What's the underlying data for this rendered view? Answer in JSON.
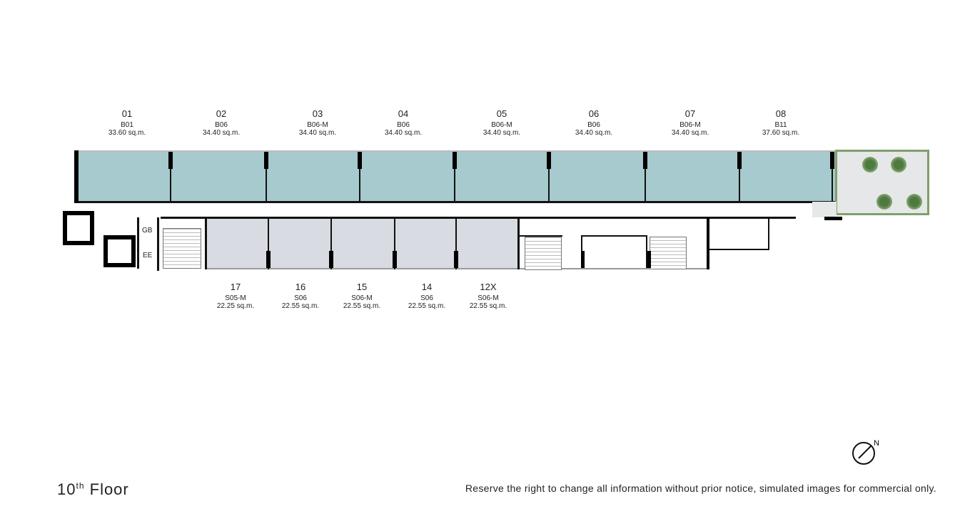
{
  "floor": {
    "number": "10",
    "suffix": "th",
    "word": "Floor"
  },
  "disclaimer": "Reserve the right to change all information without prior notice, simulated images for commercial only.",
  "top_units": [
    {
      "no": "01",
      "type": "B01",
      "area": "33.60 sq.m."
    },
    {
      "no": "02",
      "type": "B06",
      "area": "34.40 sq.m."
    },
    {
      "no": "03",
      "type": "B06-M",
      "area": "34.40 sq.m."
    },
    {
      "no": "04",
      "type": "B06",
      "area": "34.40 sq.m."
    },
    {
      "no": "05",
      "type": "B06-M",
      "area": "34.40 sq.m."
    },
    {
      "no": "06",
      "type": "B06",
      "area": "34.40 sq.m."
    },
    {
      "no": "07",
      "type": "B06-M",
      "area": "34.40 sq.m."
    },
    {
      "no": "08",
      "type": "B11",
      "area": "37.60 sq.m."
    }
  ],
  "bottom_units": [
    {
      "no": "17",
      "type": "S05-M",
      "area": "22.25 sq.m."
    },
    {
      "no": "16",
      "type": "S06",
      "area": "22.55 sq.m."
    },
    {
      "no": "15",
      "type": "S06-M",
      "area": "22.55 sq.m."
    },
    {
      "no": "14",
      "type": "S06",
      "area": "22.55 sq.m."
    },
    {
      "no": "12X",
      "type": "S06-M",
      "area": "22.55 sq.m."
    }
  ],
  "rooms": {
    "gb": "GB",
    "ee": "EE"
  },
  "compass": {
    "label": "N",
    "icon": "north-arrow-icon"
  },
  "colors": {
    "top_units": "#a6cacd",
    "bottom_units": "#d8dbe1",
    "terrace_border": "#7f9f6d"
  }
}
